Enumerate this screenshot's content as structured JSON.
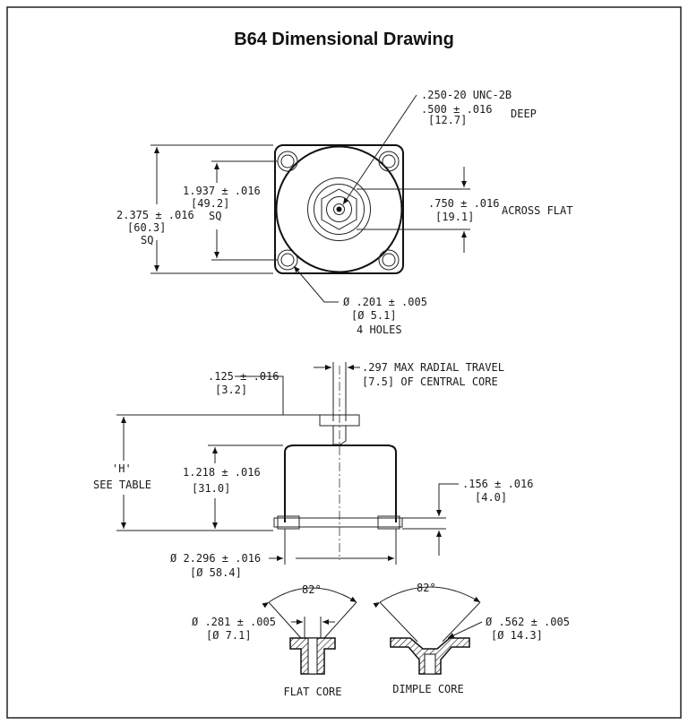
{
  "title": "B64 Dimensional Drawing",
  "top_view": {
    "thread_spec": ".250-20 UNC-2B",
    "thread_depth": ".500 ± .016",
    "thread_depth_mm": "[12.7]",
    "thread_depth_word": "DEEP",
    "bolt_square": "1.937 ± .016",
    "bolt_square_mm": "[49.2]",
    "bolt_square_sq": "SQ",
    "base_square": "2.375 ± .016",
    "base_square_mm": "[60.3]",
    "base_square_sq": "SQ",
    "across_flat": ".750 ± .016",
    "across_flat_mm": "[19.1]",
    "across_flat_word": "ACROSS FLAT",
    "hole_dia": "Ø .201 ± .005",
    "hole_dia_mm": "[Ø 5.1]",
    "hole_count": "4 HOLES"
  },
  "side_view": {
    "core_thk": ".125 ± .016",
    "core_thk_mm": "[3.2]",
    "radial_travel": ".297 MAX RADIAL TRAVEL",
    "radial_travel_mm": "[7.5] OF CENTRAL CORE",
    "h_label": "'H'",
    "h_note": "SEE TABLE",
    "body_height": "1.218 ± .016",
    "body_height_mm": "[31.0]",
    "flange_thk": ".156 ± .016",
    "flange_thk_mm": "[4.0]",
    "base_dia": "Ø 2.296 ± .016",
    "base_dia_mm": "[Ø 58.4]"
  },
  "cores": {
    "flat_angle": "82°",
    "flat_dia": "Ø .281 ± .005",
    "flat_dia_mm": "[Ø 7.1]",
    "flat_label": "FLAT CORE",
    "dimple_angle": "82°",
    "dimple_dia": "Ø .562 ± .005",
    "dimple_dia_mm": "[Ø 14.3]",
    "dimple_label": "DIMPLE CORE"
  }
}
